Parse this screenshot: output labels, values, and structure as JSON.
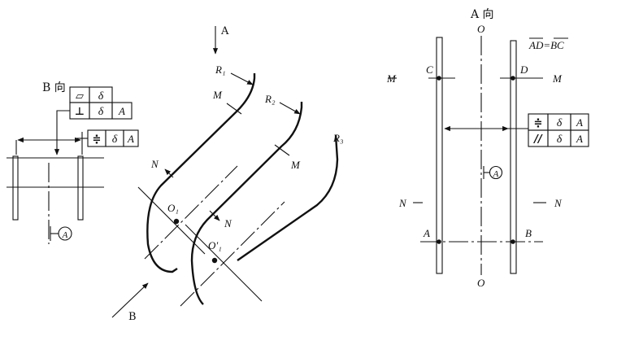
{
  "left_view": {
    "title": "B 向",
    "frame_top": {
      "sym": "▱",
      "tol": "δ"
    },
    "frame_mid": {
      "sym": "⊥",
      "tol": "δ",
      "datum": "A"
    },
    "frame_right": {
      "sym": "≑",
      "tol": "δ",
      "datum": "A"
    },
    "datum_label": "A"
  },
  "middle_view": {
    "arrow_a_label": "A",
    "arrow_b_label": "B",
    "r1": "R₁",
    "r2": "R₂",
    "r3": "R₃",
    "m1": "M",
    "m2": "M",
    "n_upper": "N",
    "n_lower": "N",
    "o1": "O₁",
    "o1p": "O′₁"
  },
  "right_view": {
    "title": "A 向",
    "equation": "AD=BC",
    "o_top": "O",
    "o_bottom": "O",
    "m_left": "M",
    "m_right": "M",
    "n_left": "N",
    "n_right": "N",
    "c": "C",
    "d": "D",
    "a": "A",
    "b": "B",
    "frame_row1": {
      "sym": "≑",
      "tol": "δ",
      "datum": "A"
    },
    "frame_row2": {
      "sym": "//",
      "tol": "δ",
      "datum": "A"
    },
    "datum_label": "A"
  }
}
